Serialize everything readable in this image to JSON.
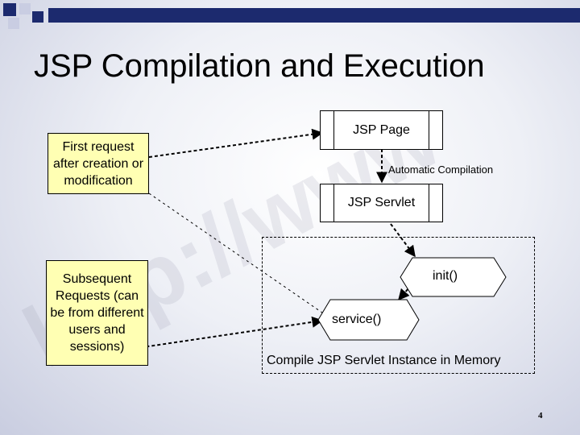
{
  "slide": {
    "title": "JSP Compilation and Execution",
    "page_number": "4",
    "watermark": "http://www"
  },
  "notes": {
    "first_request": "First request after creation or modification",
    "subsequent_requests": "Subsequent Requests (can be from different users and sessions)"
  },
  "boxes": {
    "jsp_page": "JSP Page",
    "jsp_servlet": "JSP Servlet"
  },
  "labels": {
    "automatic_compilation": "Automatic Compilation",
    "init": "init()",
    "service": "service()",
    "memory_caption": "Compile JSP Servlet Instance in Memory"
  },
  "colors": {
    "navy": "#1c2a6e",
    "note_fill": "#ffffb3"
  }
}
